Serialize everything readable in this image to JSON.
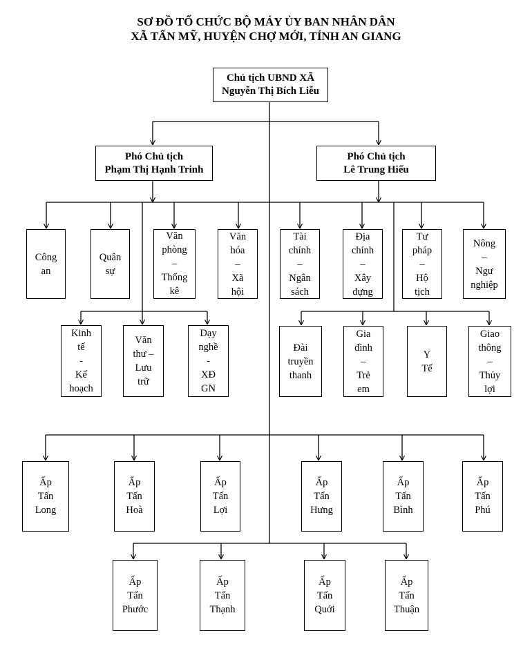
{
  "title": {
    "line1": "SƠ ĐỒ TỔ CHỨC BỘ MÁY ỦY BAN NHÂN DÂN",
    "line2": "XÃ TẤN MỸ, HUYỆN CHỢ MỚI, TỈNH AN GIANG"
  },
  "nodes": {
    "chairman": [
      "Chủ tịch UBND XÃ",
      "Nguyễn Thị Bích Liễu"
    ],
    "vice_left": [
      "Phó Chủ tịch",
      "Phạm Thị Hạnh Trinh"
    ],
    "vice_right": [
      "Phó Chủ tịch",
      "Lê Trung Hiếu"
    ],
    "cong_an": [
      "Công",
      "an"
    ],
    "quan_su": [
      "Quân",
      "sự"
    ],
    "van_phong": [
      "Văn",
      "phòng",
      "–",
      "Thống",
      "kê"
    ],
    "van_hoa": [
      "Văn",
      "hóa",
      "–",
      "Xã",
      "hội"
    ],
    "tai_chinh": [
      "Tài",
      "chính",
      "–",
      "Ngân",
      "sách"
    ],
    "dia_chinh": [
      "Địa",
      "chính",
      "–",
      "Xây",
      "dựng"
    ],
    "tu_phap": [
      "Tư",
      "pháp",
      "–",
      "Hộ",
      "tịch"
    ],
    "nong_nghiep": [
      "Nông",
      "–",
      "Ngư",
      "nghiệp"
    ],
    "kinh_te": [
      "Kinh",
      "tế",
      "-",
      "Kế",
      "hoạch"
    ],
    "van_thu": [
      "Văn",
      "thư –",
      "Lưu",
      "trữ"
    ],
    "day_nghe": [
      "Dạy",
      "nghề",
      "-",
      "XĐ",
      "GN"
    ],
    "dai_truyen_thanh": [
      "Đài",
      "truyền",
      "thanh"
    ],
    "gia_dinh": [
      "Gia",
      "đình",
      "–",
      "Trẻ",
      "em"
    ],
    "y_te": [
      "Y",
      "Tế"
    ],
    "giao_thong": [
      "Giao",
      "thông",
      "–",
      "Thủy",
      "lợi"
    ],
    "ap_tan_long": [
      "Ấp",
      "Tấn",
      "Long"
    ],
    "ap_tan_hoa": [
      "Ấp",
      "Tấn",
      "Hoà"
    ],
    "ap_tan_loi": [
      "Ấp",
      "Tấn",
      "Lợi"
    ],
    "ap_tan_hung": [
      "Ấp",
      "Tấn",
      "Hưng"
    ],
    "ap_tan_binh": [
      "Ấp",
      "Tấn",
      "Bình"
    ],
    "ap_tan_phu": [
      "Ấp",
      "Tấn",
      "Phú"
    ],
    "ap_tan_phuoc": [
      "Ấp",
      "Tấn",
      "Phước"
    ],
    "ap_tan_thanh": [
      "Ấp",
      "Tấn",
      "Thạnh"
    ],
    "ap_tan_quoi": [
      "Ấp",
      "Tấn",
      "Quới"
    ],
    "ap_tan_thuan": [
      "Ấp",
      "Tấn",
      "Thuận"
    ]
  }
}
